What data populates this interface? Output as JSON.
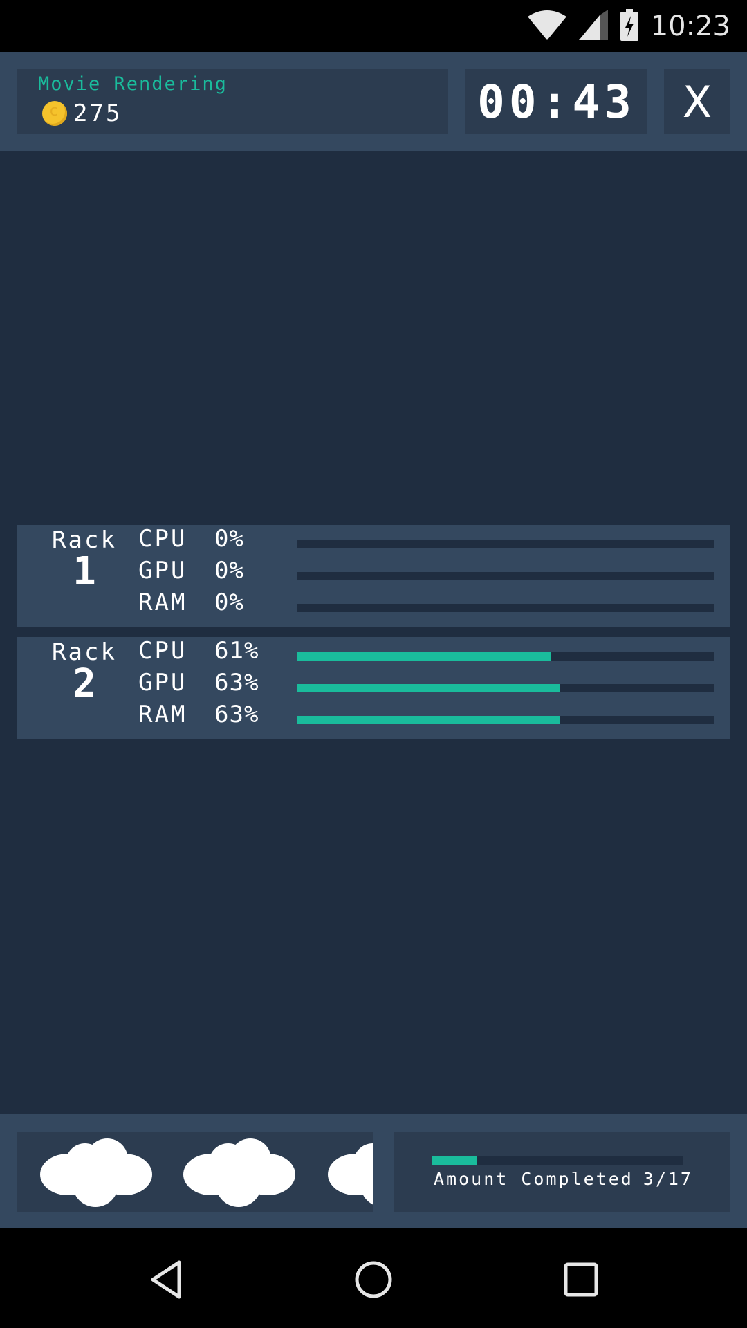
{
  "status_bar": {
    "time": "10:23",
    "icons": [
      "wifi-icon",
      "cell-signal-icon",
      "battery-charging-icon"
    ]
  },
  "header": {
    "title": "Movie Rendering",
    "coin_icon": "coin-icon",
    "coins": "275",
    "timer": "00:43",
    "close_label": "X"
  },
  "racks": [
    {
      "word": "Rack",
      "number": "1",
      "metrics": [
        {
          "name": "CPU",
          "value": "0%",
          "percent": 0
        },
        {
          "name": "GPU",
          "value": "0%",
          "percent": 0
        },
        {
          "name": "RAM",
          "value": "0%",
          "percent": 0
        }
      ]
    },
    {
      "word": "Rack",
      "number": "2",
      "metrics": [
        {
          "name": "CPU",
          "value": "61%",
          "percent": 61
        },
        {
          "name": "GPU",
          "value": "63%",
          "percent": 63
        },
        {
          "name": "RAM",
          "value": "63%",
          "percent": 63
        }
      ]
    }
  ],
  "bottom": {
    "clouds": [
      "cloud-icon",
      "cloud-icon",
      "cloud-icon"
    ],
    "progress_label": "Amount Completed",
    "progress_count": "3/17",
    "progress_percent": 17.6
  },
  "nav": {
    "buttons": [
      "back",
      "home",
      "recents"
    ]
  },
  "colors": {
    "accent": "#1abc9c",
    "background": "#1f2d40",
    "panel": "#34485f",
    "panel_inner": "#2c3c50",
    "coin": "#f5c32c"
  }
}
